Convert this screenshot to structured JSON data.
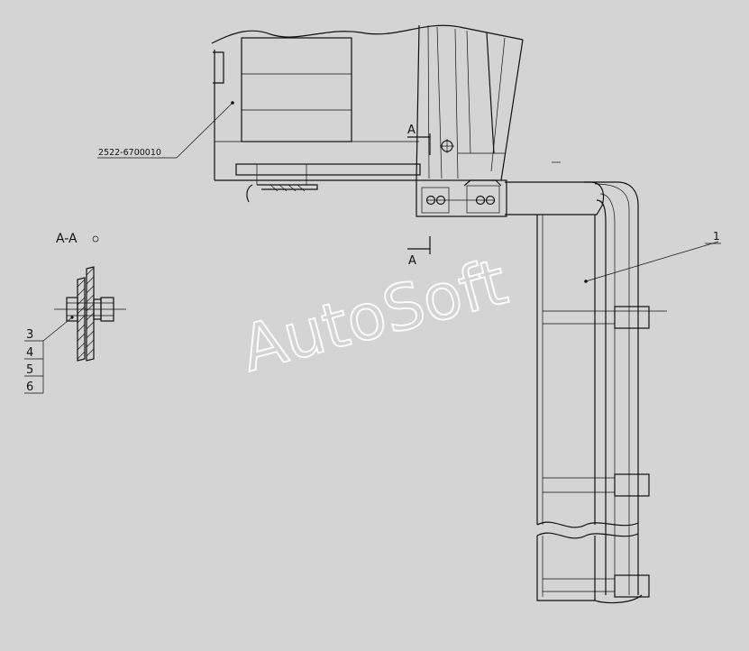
{
  "drawing": {
    "part_callout": "2522-6700010",
    "section_marker": "A",
    "section_title": "A-A",
    "position_labels": [
      "1",
      "3",
      "4",
      "5",
      "6"
    ],
    "watermark": "AutoSoft",
    "colors": {
      "background": "#d4d4d4",
      "line": "#111111",
      "watermark": "#ffffff"
    }
  }
}
